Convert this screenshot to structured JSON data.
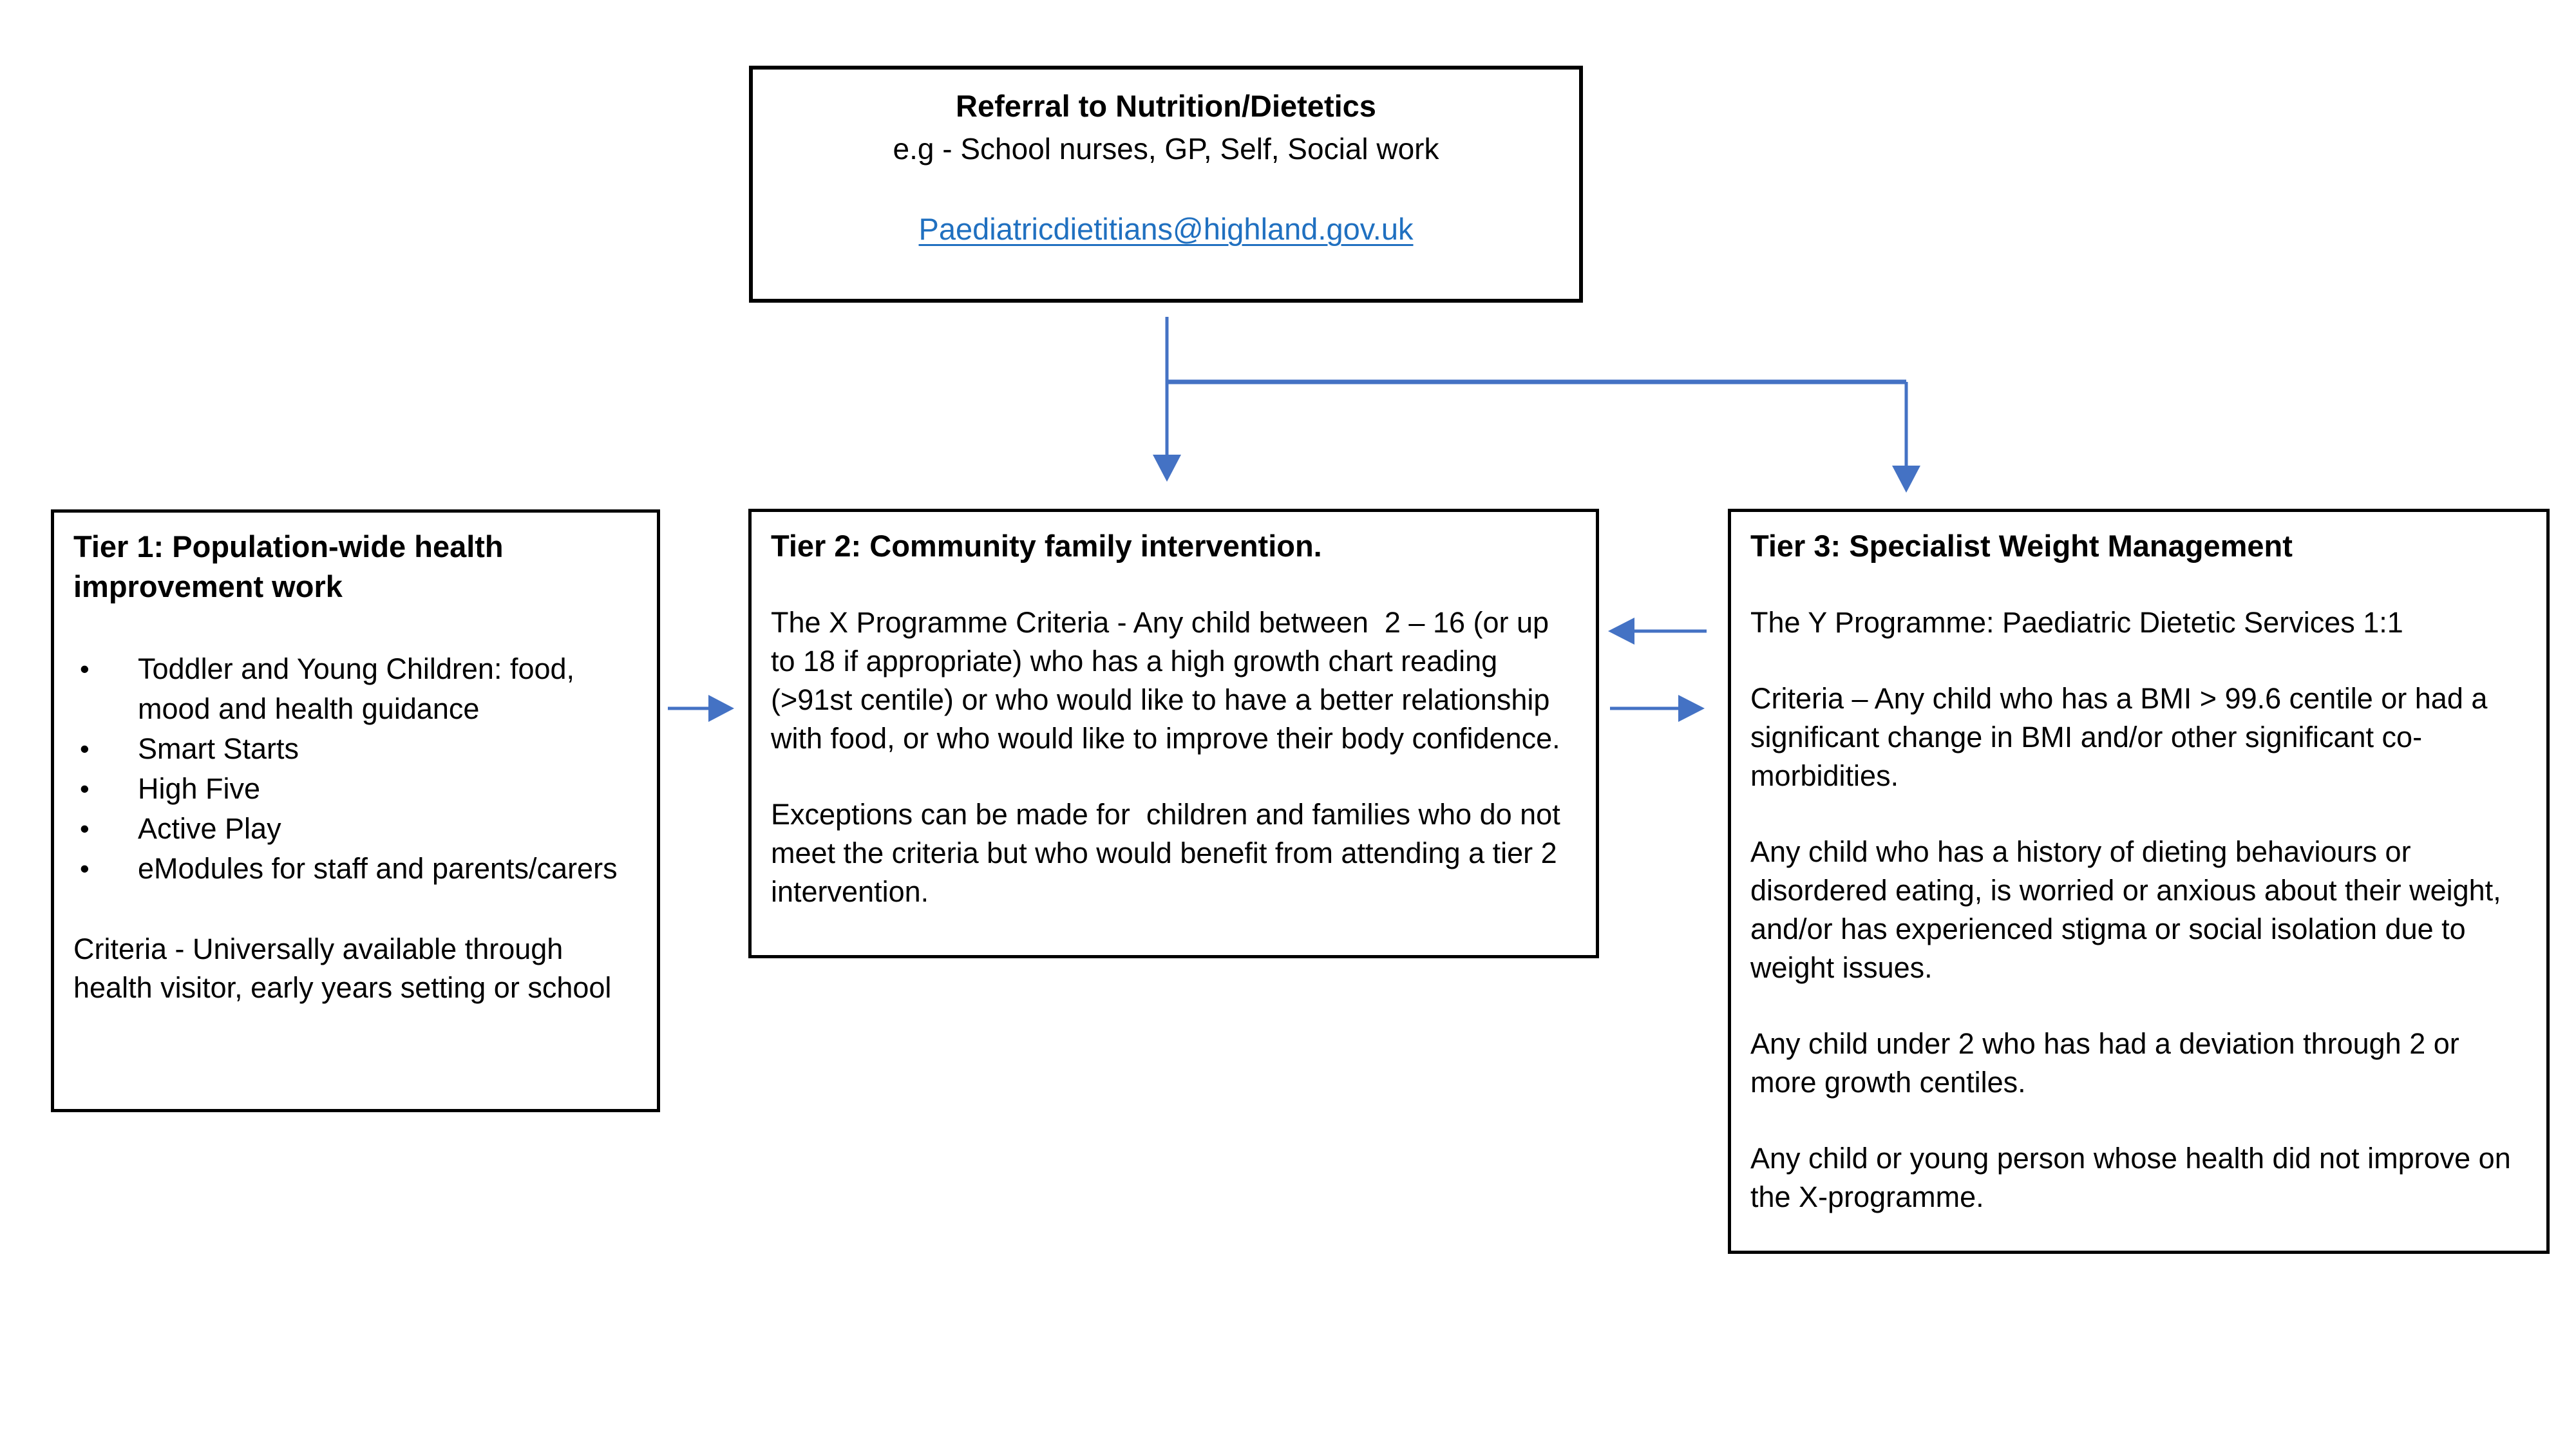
{
  "referral": {
    "title": "Referral to Nutrition/Dietetics",
    "examples": "e.g - School nurses, GP, Self, Social work",
    "email": "Paediatricdietitians@highland.gov.uk"
  },
  "tier1": {
    "title": "Tier 1: Population-wide health improvement work",
    "bullets": [
      "Toddler and Young Children: food, mood and health guidance",
      "Smart Starts",
      "High Five",
      "Active Play",
      "eModules for staff and parents/carers"
    ],
    "criteria": "Criteria - Universally available through health visitor, early years setting or school"
  },
  "tier2": {
    "title": "Tier 2: Community family intervention.",
    "paragraphs": [
      "The X Programme Criteria - Any child between  2 – 16 (or up to 18 if appropriate) who has a high growth chart reading (>91st centile) or who would like to have a better relationship with food, or who would like to improve their body confidence.",
      "Exceptions can be made for  children and families who do not meet the criteria but who would benefit from attending a tier 2 intervention."
    ]
  },
  "tier3": {
    "title": "Tier 3: Specialist Weight Management",
    "paragraphs": [
      "The Y Programme: Paediatric Dietetic Services 1:1",
      "Criteria – Any child who has a BMI > 99.6 centile or had a significant change in BMI and/or other significant co-morbidities.",
      "Any child who has a history of dieting behaviours or disordered eating, is worried or anxious about their weight, and/or has experienced stigma or social isolation due to weight issues.",
      "Any child under 2 who has had a deviation through 2 or more growth centiles.",
      "Any child or young person whose health did not improve on the X-programme."
    ]
  },
  "colors": {
    "arrow": "#4472C4",
    "link": "#2070C0",
    "border": "#000000"
  }
}
